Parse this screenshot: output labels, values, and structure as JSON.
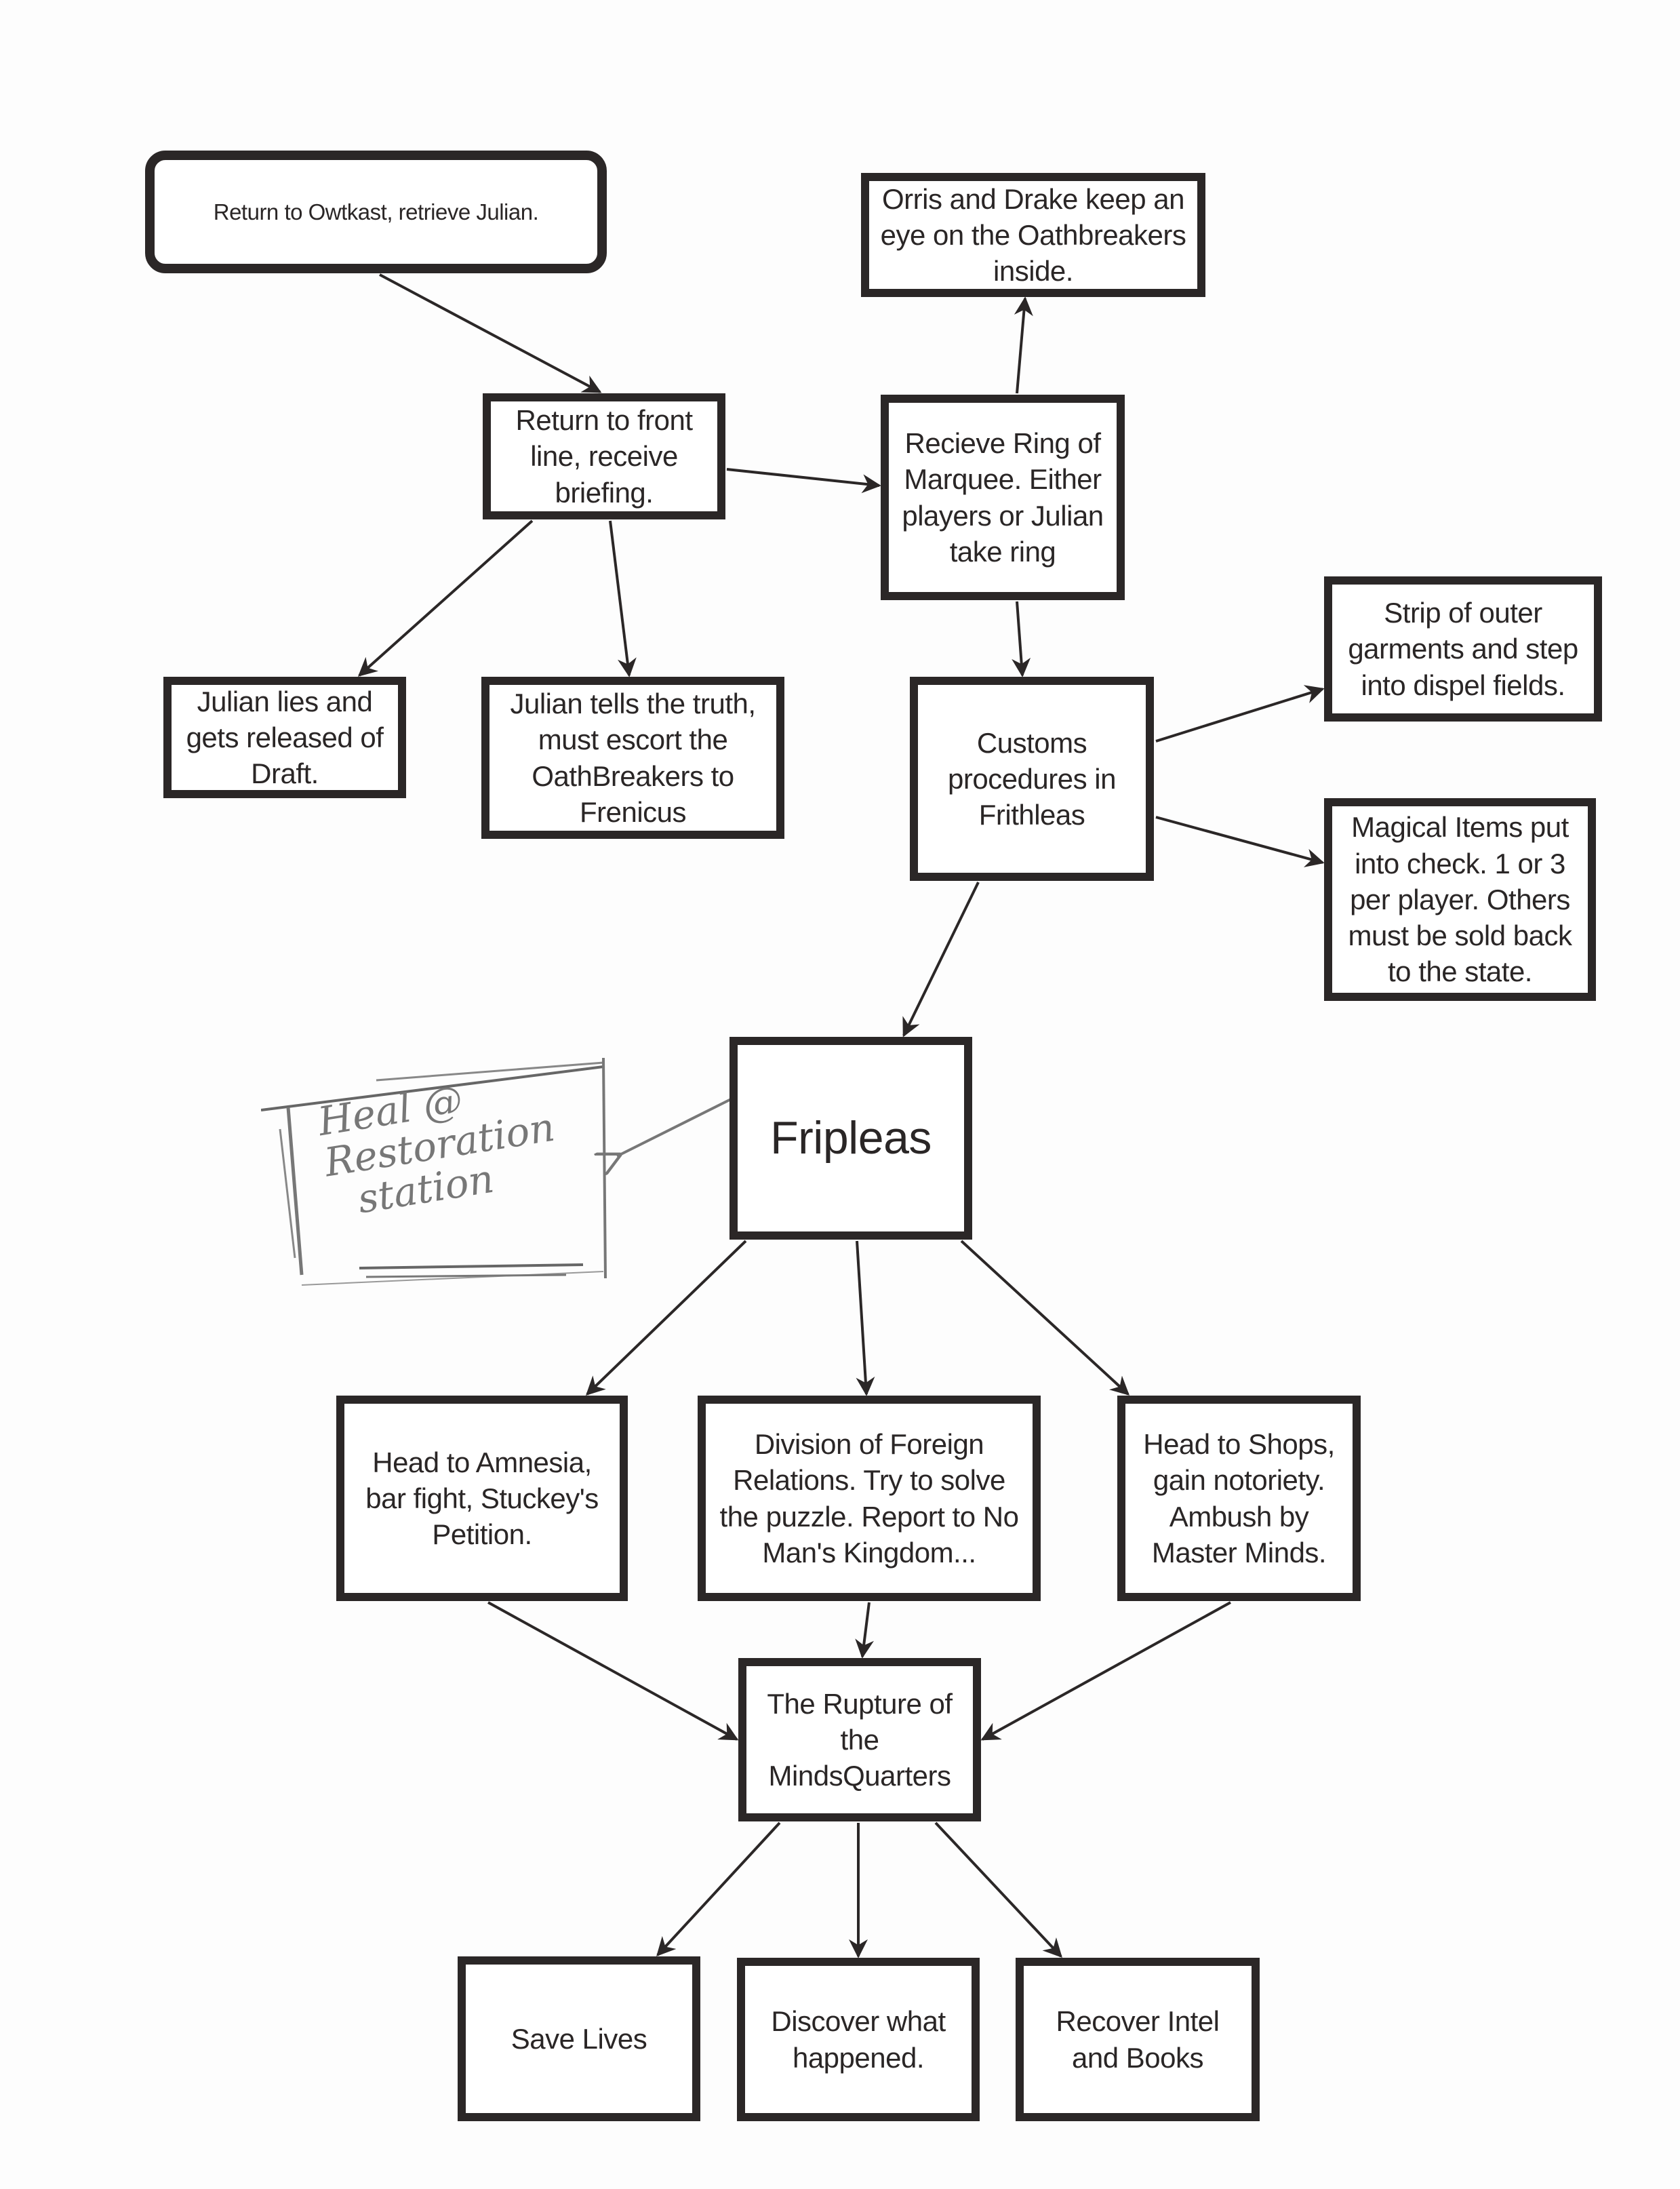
{
  "diagram": {
    "type": "flowchart",
    "nodes": [
      {
        "id": "return-owtkast",
        "text": "Return to Owtkast, retrieve Julian."
      },
      {
        "id": "front-line",
        "text": "Return to front line, receive briefing."
      },
      {
        "id": "orris-drake",
        "text": "Orris and Drake keep an eye on the Oathbreakers inside."
      },
      {
        "id": "ring-marquee",
        "text": "Recieve Ring of Marquee. Either players or Julian take ring"
      },
      {
        "id": "julian-lies",
        "text": "Julian lies and gets released of Draft."
      },
      {
        "id": "julian-truth",
        "text": "Julian tells the truth, must escort the OathBreakers to Frenicus"
      },
      {
        "id": "customs",
        "text": "Customs procedures in Frithleas"
      },
      {
        "id": "strip-garments",
        "text": "Strip of outer garments and step into dispel fields."
      },
      {
        "id": "magical-items",
        "text": "Magical Items put into check. 1 or 3 per player. Others must be sold back to the state."
      },
      {
        "id": "fripleas",
        "text": "Fripleas"
      },
      {
        "id": "heal-station",
        "text": "Heal @ Restoration station",
        "handwritten": true
      },
      {
        "id": "amnesia",
        "text": "Head to Amnesia, bar fight, Stuckey's Petition."
      },
      {
        "id": "foreign-relations",
        "text": "Division of Foreign Relations. Try to solve the puzzle. Report to No Man's Kingdom..."
      },
      {
        "id": "shops",
        "text": "Head to Shops, gain notoriety. Ambush by Master Minds."
      },
      {
        "id": "rupture",
        "text": "The Rupture of the MindsQuarters"
      },
      {
        "id": "save-lives",
        "text": "Save Lives"
      },
      {
        "id": "discover",
        "text": "Discover what happened."
      },
      {
        "id": "recover-intel",
        "text": "Recover Intel and Books"
      }
    ],
    "edges": [
      {
        "from": "return-owtkast",
        "to": "front-line"
      },
      {
        "from": "front-line",
        "to": "ring-marquee"
      },
      {
        "from": "front-line",
        "to": "julian-lies"
      },
      {
        "from": "front-line",
        "to": "julian-truth"
      },
      {
        "from": "ring-marquee",
        "to": "orris-drake"
      },
      {
        "from": "ring-marquee",
        "to": "customs"
      },
      {
        "from": "customs",
        "to": "strip-garments"
      },
      {
        "from": "customs",
        "to": "magical-items"
      },
      {
        "from": "customs",
        "to": "fripleas"
      },
      {
        "from": "fripleas",
        "to": "heal-station",
        "handwritten": true
      },
      {
        "from": "fripleas",
        "to": "amnesia"
      },
      {
        "from": "fripleas",
        "to": "foreign-relations"
      },
      {
        "from": "fripleas",
        "to": "shops"
      },
      {
        "from": "amnesia",
        "to": "rupture"
      },
      {
        "from": "foreign-relations",
        "to": "rupture"
      },
      {
        "from": "shops",
        "to": "rupture"
      },
      {
        "from": "rupture",
        "to": "save-lives"
      },
      {
        "from": "rupture",
        "to": "discover"
      },
      {
        "from": "rupture",
        "to": "recover-intel"
      }
    ]
  },
  "pencil_lines": [
    "Heal @",
    "Restoration",
    "station"
  ],
  "colors": {
    "ink": "#2b2727",
    "pencil": "#7a7a7a",
    "paper": "#fdfdfd"
  }
}
